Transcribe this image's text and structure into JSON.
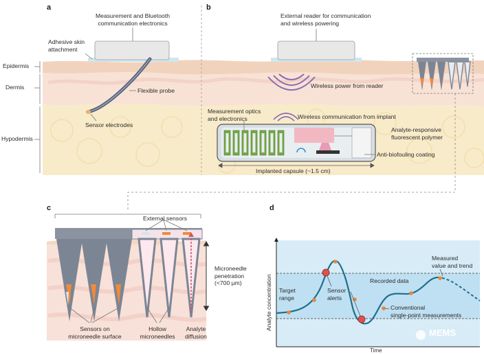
{
  "panels": {
    "a": "a",
    "b": "b",
    "c": "c",
    "d": "d"
  },
  "panel_a": {
    "electronics_label_1": "Measurement and Bluetooth",
    "electronics_label_2": "communication electronics",
    "adhesive_1": "Adhesive skin",
    "adhesive_2": "attachment",
    "probe": "Flexible probe",
    "electrodes": "Sensor electrodes"
  },
  "layers": {
    "epidermis": "Epidermis",
    "dermis": "Dermis",
    "hypodermis": "Hypodermis"
  },
  "panel_b": {
    "reader_1": "External reader for communication",
    "reader_2": "and wireless powering",
    "wireless_power": "Wireless power from reader",
    "wireless_comm": "Wireless communication from implant",
    "optics_1": "Measurement optics",
    "optics_2": "and electronics",
    "polymer_1": "Analyte-responsive",
    "polymer_2": "fluorescent polymer",
    "coating": "Anti-biofouling coating",
    "capsule": "Implanted capsule (~1.5 cm)"
  },
  "panel_c": {
    "external_sensors": "External sensors",
    "penetration_1": "Microneedle",
    "penetration_2": "penetration",
    "penetration_3": "(<700 µm)",
    "surface_1": "Sensors on",
    "surface_2": "microneedle surface",
    "hollow_1": "Hollow",
    "hollow_2": "microneedles",
    "diffusion_1": "Analyte",
    "diffusion_2": "diffusion"
  },
  "panel_d": {
    "ylabel": "Analyte concentration",
    "xlabel": "Time",
    "target_1": "Target",
    "target_2": "range",
    "alerts_1": "Sensor",
    "alerts_2": "alerts",
    "recorded": "Recorded data",
    "conv_1": "Conventional",
    "conv_2": "single-point measurements",
    "measured_1": "Measured",
    "measured_2": "value and trend"
  },
  "watermark": "MEMS",
  "colors": {
    "epidermis": "#f3d9c6",
    "dermis": "#f7e0d4",
    "hypodermis": "#f8eac4",
    "device": "#e6e6e6",
    "probe": "#55607a",
    "wave": "#8a6bb0",
    "optics": "#78a84a",
    "polymer": "#f2b8c2",
    "chart_bg": "#d7ecf7",
    "target_band": "#bfdff1",
    "curve": "#1f6f8b",
    "dot": "#e8873a",
    "alert": "#d9534f"
  },
  "chart_data": {
    "type": "line",
    "series": [
      {
        "values": [
          0.62,
          0.6,
          0.63,
          0.9,
          1.0,
          0.93,
          0.72,
          0.45,
          0.16,
          0.05,
          0.18,
          0.42,
          0.5,
          0.48,
          0.52,
          0.66,
          0.74,
          0.71,
          0.62,
          0.5,
          0.37,
          0.25
        ]
      }
    ],
    "target_range": [
      0.17,
      0.71
    ],
    "point_measurements_index": [
      1,
      4,
      7,
      11,
      15
    ],
    "alert_index": [
      3,
      8
    ]
  }
}
